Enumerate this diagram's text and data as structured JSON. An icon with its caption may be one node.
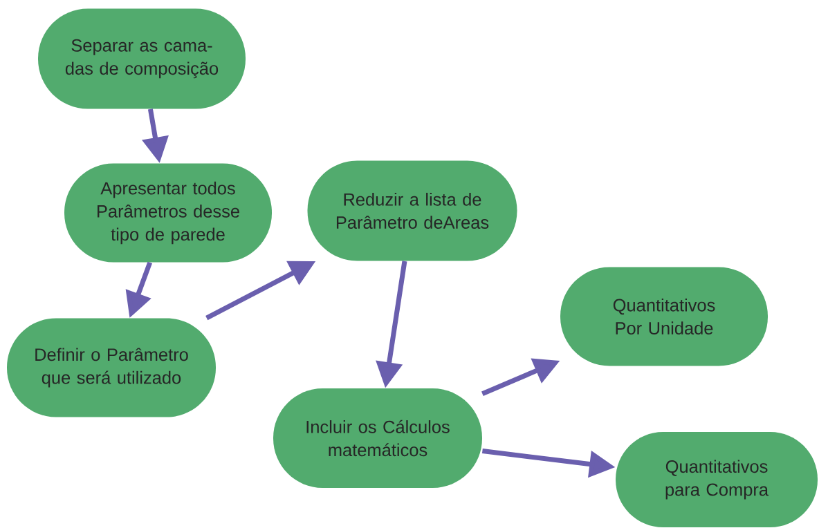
{
  "diagram": {
    "nodes": [
      {
        "text": [
          "Separar as cama-das de composição"
        ]
      },
      {
        "text": [
          "Apresentar todos Parâmetros desse tipo de parede"
        ]
      },
      {
        "text": [
          "Reduzir a lista de Parâmetro deAreas"
        ]
      },
      {
        "text": [
          "Definir o Parâmetro que será utilizado"
        ]
      },
      {
        "text": [
          "Quantitativos Por Unidade"
        ]
      },
      {
        "text": [
          "Incluir os Cálculos matemáticos"
        ]
      },
      {
        "text": [
          "Quantitativos para Compra"
        ]
      }
    ],
    "edges": [
      {
        "from": 0,
        "to": 1,
        "arrow": "to"
      },
      {
        "from": 1,
        "to": 3,
        "arrow": "to"
      },
      {
        "from": 3,
        "to": 2,
        "arrow": "to"
      },
      {
        "from": 2,
        "to": 5,
        "arrow": "to"
      },
      {
        "from": 5,
        "to": 4,
        "arrow": "to"
      },
      {
        "from": 5,
        "to": 6,
        "arrow": "to"
      }
    ]
  }
}
